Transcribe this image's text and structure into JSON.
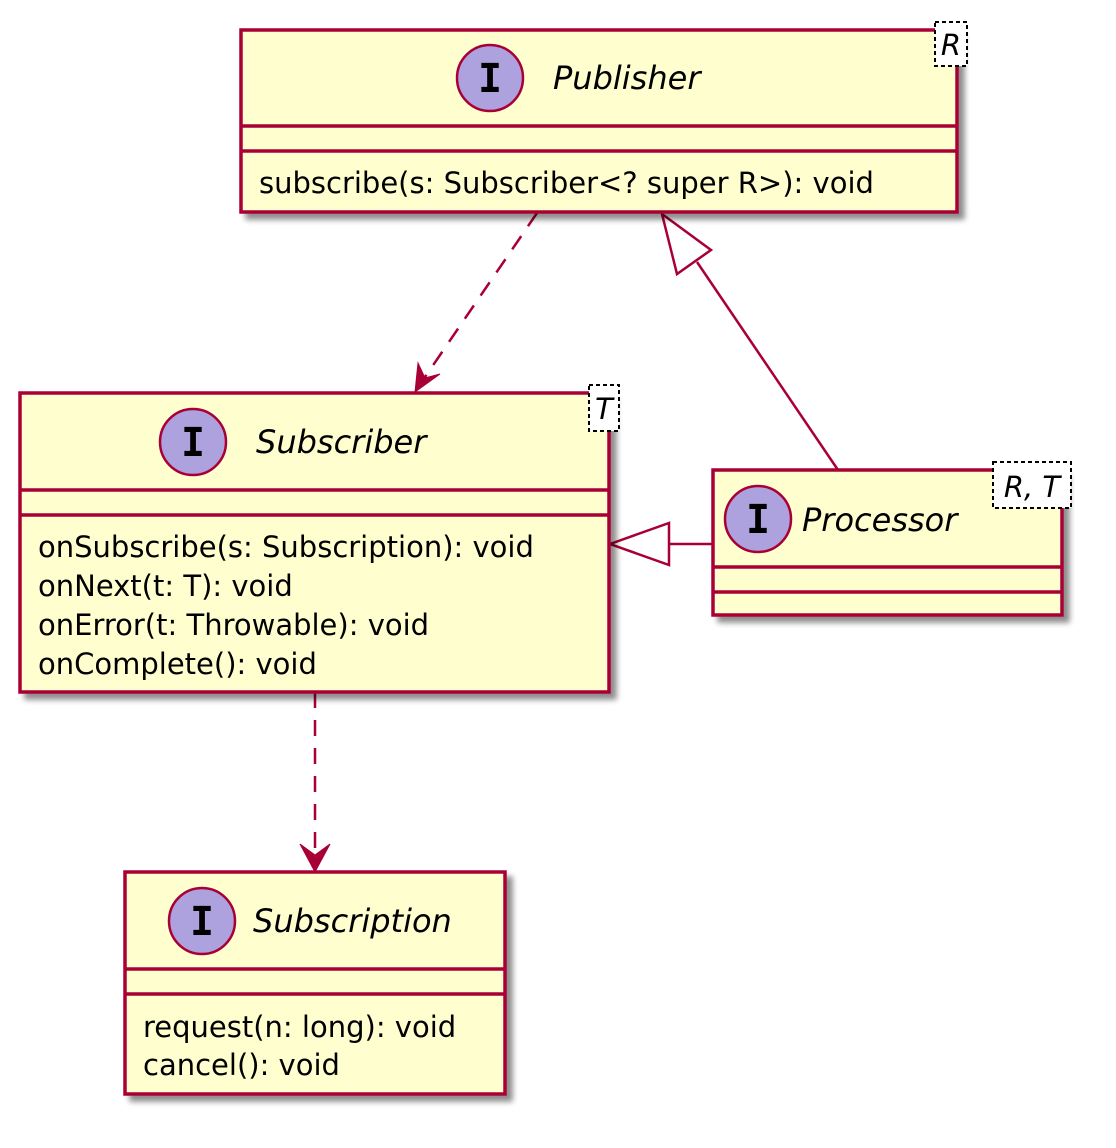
{
  "diagram": {
    "interfaces": {
      "publisher": {
        "badge": "I",
        "name": "Publisher",
        "type_param": "R",
        "methods": [
          "subscribe(s: Subscriber<? super R>): void"
        ]
      },
      "subscriber": {
        "badge": "I",
        "name": "Subscriber",
        "type_param": "T",
        "methods": [
          "onSubscribe(s: Subscription): void",
          "onNext(t: T): void",
          "onError(t: Throwable): void",
          "onComplete(): void"
        ]
      },
      "processor": {
        "badge": "I",
        "name": "Processor",
        "type_param": "R, T",
        "methods": []
      },
      "subscription": {
        "badge": "I",
        "name": "Subscription",
        "type_param": "",
        "methods": [
          "request(n: long): void",
          "cancel(): void"
        ]
      }
    },
    "relations": [
      {
        "from": "Publisher",
        "to": "Subscriber",
        "kind": "dependency"
      },
      {
        "from": "Processor",
        "to": "Publisher",
        "kind": "extends"
      },
      {
        "from": "Processor",
        "to": "Subscriber",
        "kind": "extends"
      },
      {
        "from": "Subscriber",
        "to": "Subscription",
        "kind": "dependency"
      }
    ],
    "colors": {
      "box_fill": "#FEFECE",
      "border": "#A80036",
      "badge_fill": "#ADA1DE"
    }
  }
}
